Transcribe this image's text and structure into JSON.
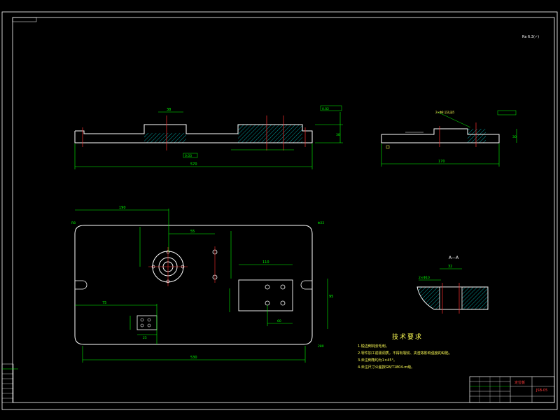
{
  "drawing": {
    "title_block": {
      "part_name": "定位板",
      "drawing_no": "JSB-05"
    },
    "technical_requirements": {
      "heading": "技术要求",
      "items": [
        "1.锐边倒钝去毛刺。",
        "2.零件加工前需调质，不得有裂纹、夹渣等影响强度的缺陷。",
        "3.未注倒角均为1×45°。",
        "4.未注尺寸公差按GB/T1804-m级。"
      ]
    },
    "roughness": {
      "general": "Ra 6.3",
      "symbol": "(✓)"
    },
    "section_label": "A—A",
    "dimensions": {
      "front_overall": "570",
      "front_top_a": "38",
      "front_tol_a": "0.02",
      "front_tol_b": "0.03",
      "front_height": "30",
      "side_overall": "170",
      "side_height": "30",
      "side_note": "2×Φ8 沉孔深5",
      "plan_overall_length": "530",
      "plan_overall_width": "280",
      "plan_x1": "190",
      "plan_x2": "55",
      "plan_box_w": "110",
      "plan_box_h": "95",
      "plan_y1": "60",
      "plan_small_w": "75",
      "plan_small_x": "25",
      "plan_hole": "Φ22",
      "plan_radius": "R8",
      "section_dim": "32",
      "section_dim2": "2×Φ10"
    }
  },
  "colors": {
    "outline": "#ffffff",
    "dimension": "#00ff00",
    "hatch": "#00c8c8",
    "center": "#ff3030",
    "text": "#ffff55"
  }
}
